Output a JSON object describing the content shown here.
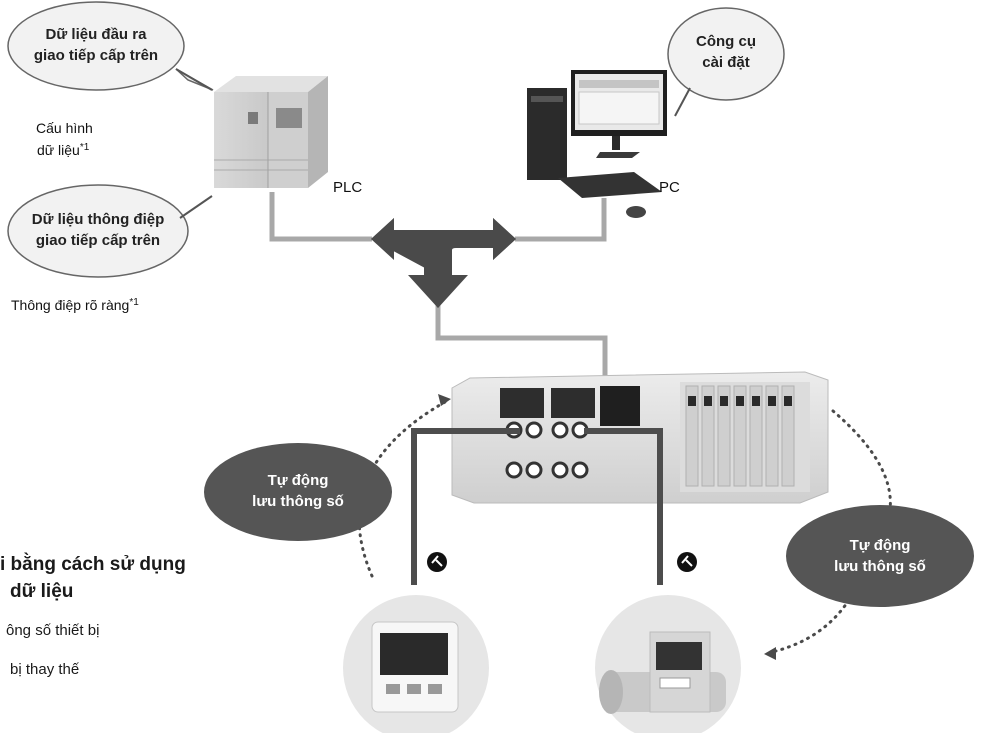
{
  "plc": {
    "label": "PLC",
    "bubble_top_line1": "Dữ liệu đầu ra",
    "bubble_top_line2": "giao tiếp cấp trên",
    "config_line1": "Cấu hình",
    "config_line2": "dữ liệu",
    "config_note": "*1",
    "bubble_bottom_line1": "Dữ liệu thông điệp",
    "bubble_bottom_line2": "giao tiếp cấp trên",
    "explicit_label": "Thông điệp rõ ràng",
    "explicit_note": "*1"
  },
  "pc": {
    "label": "PC",
    "bubble_line1": "Công cụ",
    "bubble_line2": "cài đặt"
  },
  "auto_save": {
    "left_line1": "Tự động",
    "left_line2": "lưu thông số",
    "right_line1": "Tự động",
    "right_line2": "lưu thông số"
  },
  "feature": {
    "title_line1": "i bằng cách sử dụng",
    "title_line2": "dữ liệu",
    "item1": "ông số thiết bị",
    "item2": "bị thay thế"
  },
  "colors": {
    "arrow": "#4a4a4a",
    "line": "#a8a8a8",
    "connector": "#4d4d4d",
    "dark_bubble": "#555555",
    "device_bg": "#e6e6e6"
  }
}
